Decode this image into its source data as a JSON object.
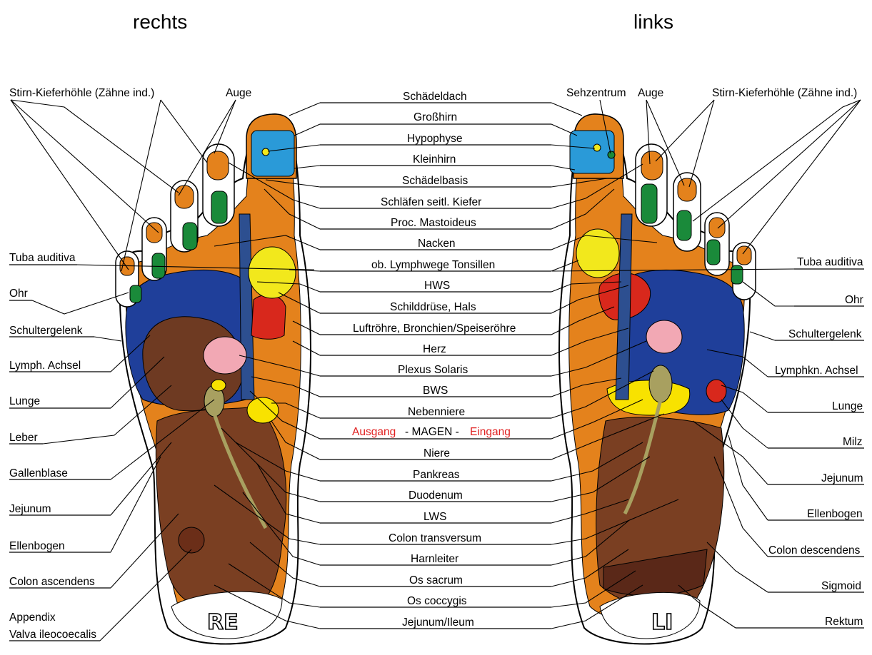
{
  "headers": {
    "right_foot": "rechts",
    "left_foot": "links"
  },
  "sole_marks": {
    "right": "RE",
    "left": "LI"
  },
  "left_side_labels": [
    "Stirn-Kieferhöhle (Zähne ind.)",
    "Tuba auditiva",
    "Ohr",
    "Schultergelenk",
    "Lymph. Achsel",
    "Lunge",
    "Leber",
    "Gallenblase",
    "Jejunum",
    "Ellenbogen",
    "Colon ascendens",
    "Appendix",
    "Valva ileocoecalis"
  ],
  "right_top_label_auge": "Auge",
  "center_labels": [
    "Schädeldach",
    "Großhirn",
    "Hypophyse",
    "Kleinhirn",
    "Schädelbasis",
    "Schläfen  seitl. Kiefer",
    "Proc. Mastoideus",
    "Nacken",
    "ob. Lymphwege Tonsillen",
    "HWS",
    "Schilddrüse, Hals",
    "Luftröhre, Bronchien/Speiseröhre",
    "Herz",
    "Plexus  Solaris",
    "BWS",
    "Nebenniere",
    "- MAGEN -",
    "Niere",
    "Pankreas",
    "Duodenum",
    "LWS",
    "Colon transversum",
    "Harnleiter",
    "Os sacrum",
    "Os coccygis",
    "Jejunum/Ileum"
  ],
  "stomach_sides": {
    "out": "Ausgang",
    "in": "Eingang"
  },
  "right_side_labels": [
    "Sehzentrum",
    "Auge",
    "Stirn-Kieferhöhle (Zähne ind.)",
    "Tuba auditiva",
    "Ohr",
    "Schultergelenk",
    "Lymphkn. Achsel",
    "Lunge",
    "Milz",
    "Jejunum",
    "Ellenbogen",
    "Colon descendens",
    "Sigmoid",
    "Rektum"
  ],
  "colors": {
    "orange": "#e4821c",
    "blue_zone": "#1f3f9a",
    "brain_blue": "#2a9ad8",
    "toe_green": "#1a8a3a",
    "heart_red": "#d8281c",
    "organ_brown": "#7a3f22",
    "lymph_yellow": "#f2e81c",
    "plexus_pink": "#f2a8b4",
    "gall_olive": "#a8a060",
    "kidney_yellow": "#f8e200",
    "label_red": "#e02020"
  }
}
